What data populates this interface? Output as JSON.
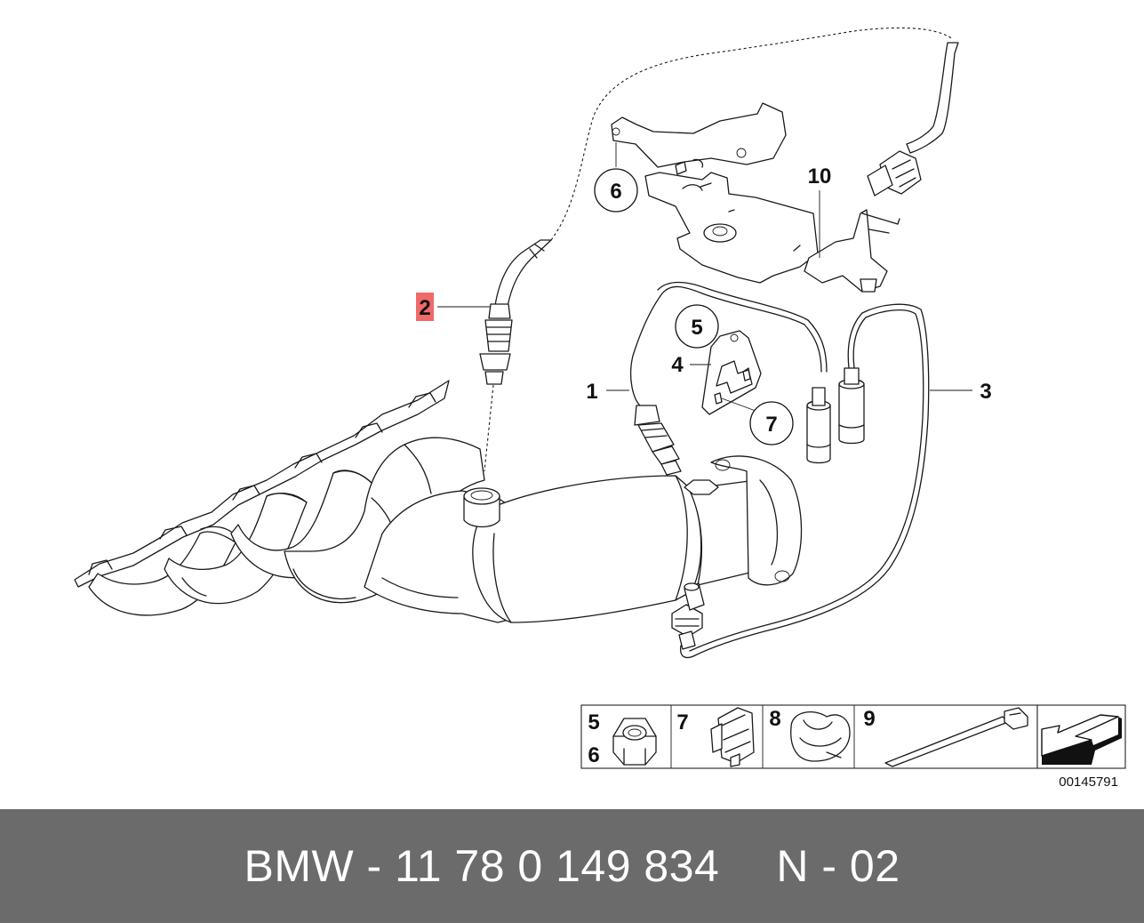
{
  "diagram": {
    "callouts": {
      "c1": "1",
      "c2": "2",
      "c3": "3",
      "c4": "4",
      "c5": "5",
      "c6": "6",
      "c7": "7",
      "c10": "10"
    },
    "legend": {
      "cell_5": "5",
      "cell_6": "6",
      "cell_7": "7",
      "cell_8": "8",
      "cell_9": "9"
    },
    "reference_number": "00145791",
    "highlight_color": "#f06a6a"
  },
  "footer": {
    "part_number": "BMW - 11 78 0 149 834",
    "position_code": "N - 02"
  }
}
